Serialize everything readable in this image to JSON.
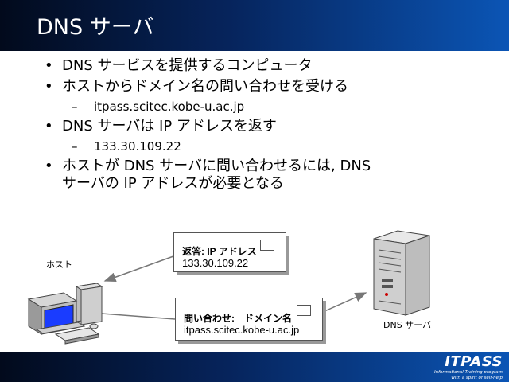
{
  "slide": {
    "title": "DNS サーバ",
    "bullets": [
      "DNS サービスを提供するコンピュータ",
      "ホストからドメイン名の問い合わせを受ける",
      "itpass.scitec.kobe-u.ac.jp",
      "DNS サーバは IP アドレスを返す",
      "133.30.109.22",
      "ホストが DNS サーバに問い合わせるには, DNS",
      "サーバの IP アドレスが必要となる"
    ]
  },
  "diagram": {
    "host_label": "ホスト",
    "server_label": "DNS サーバ",
    "reply": {
      "line1": "返答: IP アドレス",
      "line2": "133.30.109.22"
    },
    "query": {
      "line1": "問い合わせ:　ドメイン名",
      "line2": "itpass.scitec.kobe-u.ac.jp"
    }
  },
  "logo": {
    "name": "ITPASS",
    "tagline1": "Informational Training program",
    "tagline2": "with a spirit of self-help"
  }
}
